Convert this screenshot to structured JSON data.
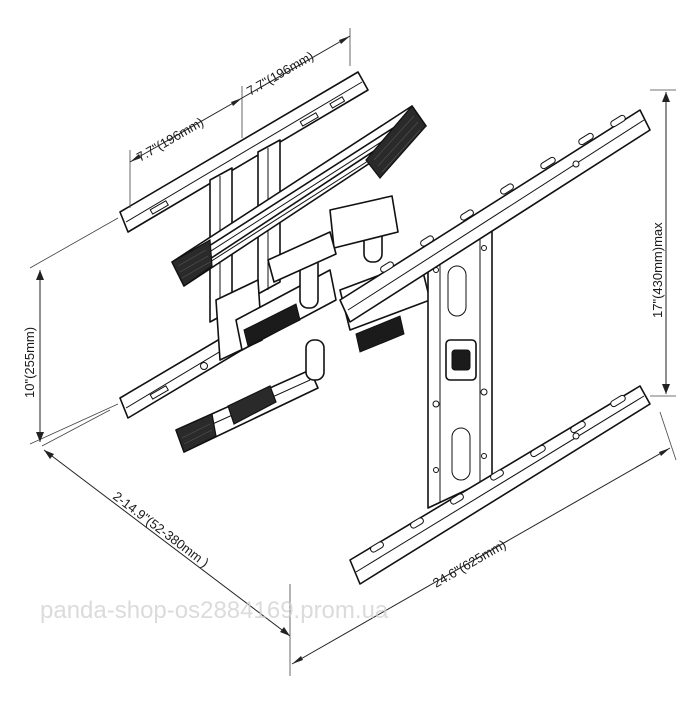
{
  "dimensions": {
    "arm_spacing_left": "7.7\"(196mm)",
    "arm_spacing_right": "7.7\"(196mm)",
    "bracket_height": "10\"(255mm)",
    "extension": "2-14.9\"(52-380mm  )",
    "max_vertical": "17\"(430mm)max",
    "max_horizontal": "24.6\"(625mm)"
  },
  "watermark": "panda-shop-os2884169.prom.ua",
  "colors": {
    "line": "#111111",
    "pad": "#2a2a2a",
    "watermark": "#cfcfcf"
  }
}
